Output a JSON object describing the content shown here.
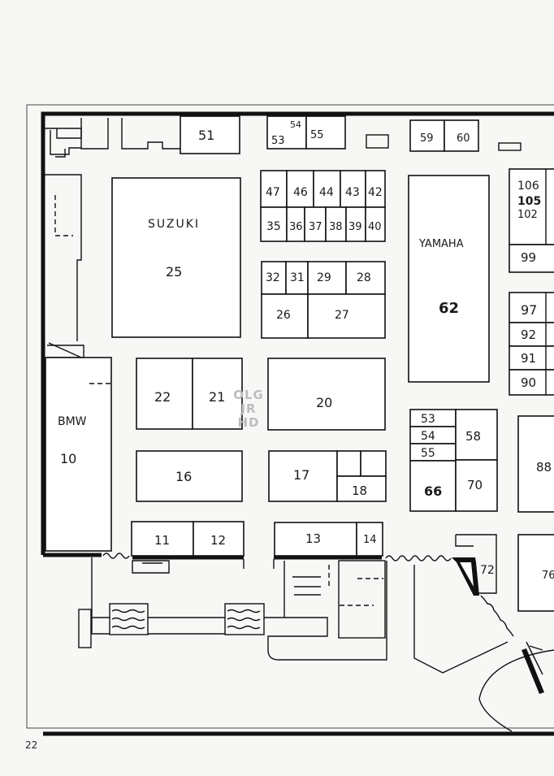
{
  "page_number": "22",
  "watermark": {
    "l1": "OLG",
    "l2": "JR",
    "l3": "HD"
  },
  "booths": {
    "b51": "51",
    "b53top": "53",
    "b54top": "54",
    "b55top": "55",
    "b59": "59",
    "b60": "60",
    "suzuki": "SUZUKI",
    "b25": "25",
    "b47": "47",
    "b46": "46",
    "b44": "44",
    "b43": "43",
    "b42": "42",
    "b35": "35",
    "b36": "36",
    "b37": "37",
    "b38": "38",
    "b39": "39",
    "b40": "40",
    "b32": "32",
    "b31": "31",
    "b29": "29",
    "b28": "28",
    "b26": "26",
    "b27": "27",
    "yamaha": "YAMAHA",
    "b62": "62",
    "b106": "106",
    "b105": "105",
    "b102": "102",
    "b99": "99",
    "b97": "97",
    "b92": "92",
    "b91": "91",
    "b90": "90",
    "bmw": "BMW",
    "b10": "10",
    "b22": "22",
    "b21": "21",
    "b20": "20",
    "b53": "53",
    "b54": "54",
    "b55": "55",
    "b66": "66",
    "b58": "58",
    "b70": "70",
    "b88": "88",
    "b16": "16",
    "b17": "17",
    "b18": "18",
    "b11": "11",
    "b12": "12",
    "b13": "13",
    "b14": "14",
    "b72": "72",
    "b76": "76"
  }
}
